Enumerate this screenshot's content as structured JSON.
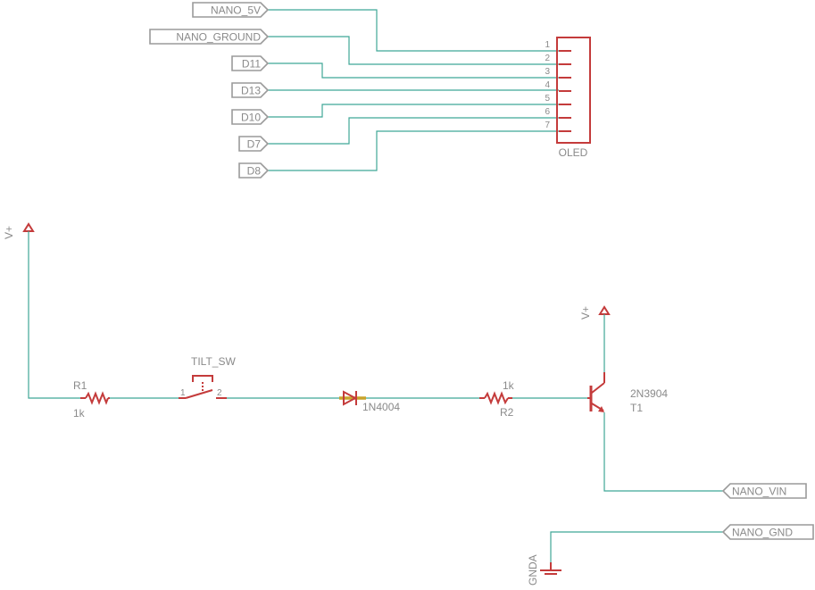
{
  "net_labels": {
    "nano_5v": "NANO_5V",
    "nano_ground": "NANO_GROUND",
    "d11": "D11",
    "d13": "D13",
    "d10": "D10",
    "d7": "D7",
    "d8": "D8",
    "nano_vin": "NANO_VIN",
    "nano_gnd": "NANO_GND"
  },
  "oled": {
    "name": "OLED",
    "pins": [
      "1",
      "2",
      "3",
      "4",
      "5",
      "6",
      "7"
    ]
  },
  "supplies": {
    "vplus_left": "V+",
    "vplus_right": "V+",
    "ground": "GNDA"
  },
  "r1": {
    "name": "R1",
    "value": "1k"
  },
  "tilt_switch": {
    "name": "TILT_SW",
    "pin1": "1",
    "pin2": "2"
  },
  "diode": {
    "value": "1N4004"
  },
  "r2": {
    "name": "R2",
    "value": "1k"
  },
  "transistor": {
    "value": "2N3904",
    "name": "T1"
  },
  "colors": {
    "wire": "#3fa796",
    "component": "#c43b3b",
    "label_text": "#8a8a8a",
    "diode_pin": "#c8a32a"
  }
}
